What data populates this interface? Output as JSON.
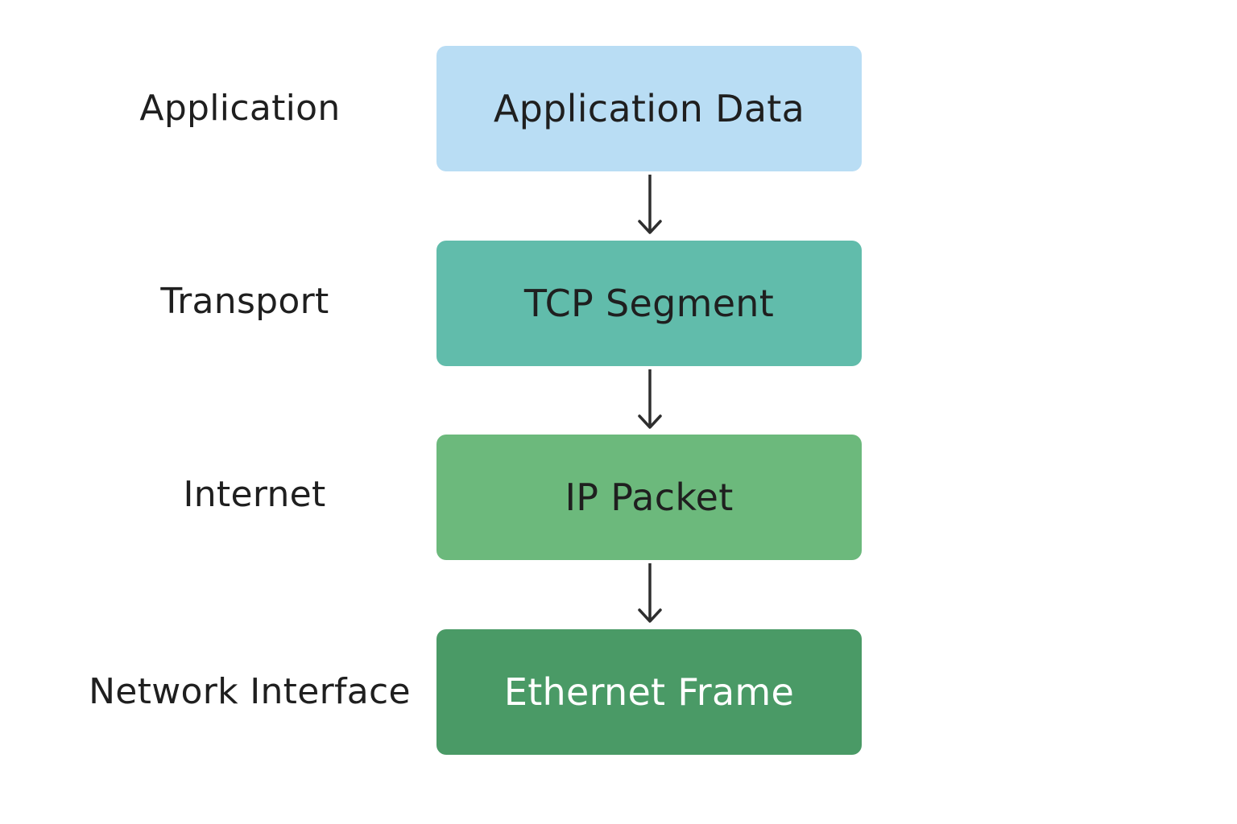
{
  "layers": [
    {
      "label": "Application",
      "pdu": "Application Data",
      "color": "#b9ddf4",
      "text_color": "#1f1f1f"
    },
    {
      "label": "Transport",
      "pdu": "TCP Segment",
      "color": "#61bcab",
      "text_color": "#1f1f1f"
    },
    {
      "label": "Internet",
      "pdu": "IP Packet",
      "color": "#6cb97c",
      "text_color": "#1f1f1f"
    },
    {
      "label": "Network Interface",
      "pdu": "Ethernet Frame",
      "color": "#4a9a66",
      "text_color": "#ffffff"
    }
  ],
  "arrow_color": "#2e2e2e",
  "icons": {
    "arrow": "arrow-down-icon"
  }
}
